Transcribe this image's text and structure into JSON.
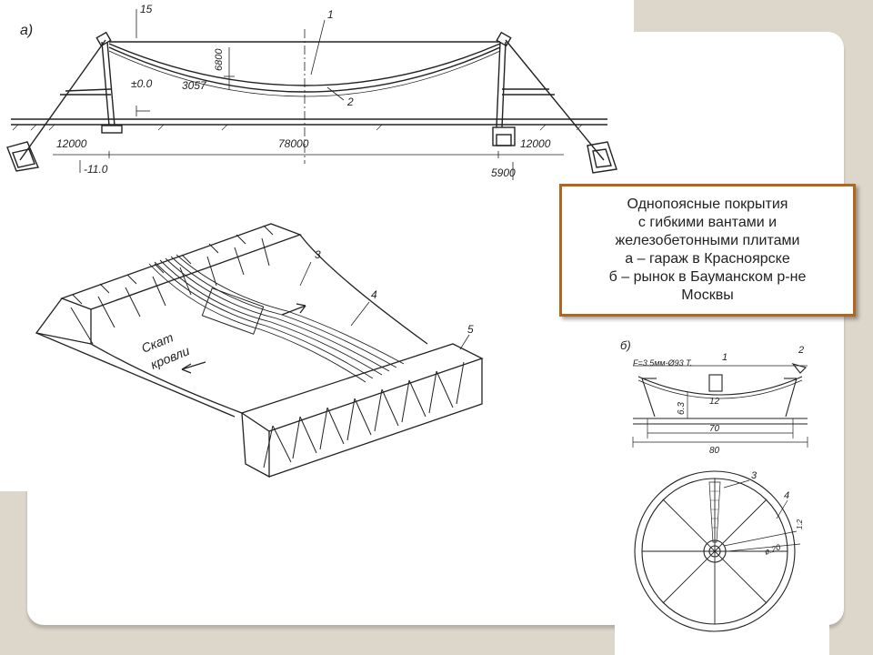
{
  "caption": {
    "lines": [
      "Однопоясные покрытия",
      "с гибкими вантами и",
      "железобетонными плитами",
      "а – гараж в Красноярске",
      "б – рынок в Бауманском р-не",
      "Москвы"
    ]
  },
  "drawing_a": {
    "label": "а)",
    "callouts": [
      "15",
      "1",
      "2"
    ],
    "dimensions": {
      "sag": "6800",
      "offset": "3057",
      "level_zero": "±0.0",
      "left_span": "12000",
      "main_span": "78000",
      "right_span": "12000",
      "depth": "-11.0",
      "foundation": "5900"
    }
  },
  "drawing_iso": {
    "callouts": [
      "3",
      "4",
      "5"
    ],
    "roof_slope_label": [
      "Скат",
      "кровли"
    ]
  },
  "drawing_b": {
    "label": "б)",
    "callouts": [
      "1",
      "2",
      "3",
      "4"
    ],
    "dimensions": {
      "cable": "F=3.5мм-Ø93 Т.",
      "height": "6.3",
      "post": "12",
      "inner_span": "70",
      "outer_span": "80",
      "angle_small": "1:2",
      "angle_label": "ø.20"
    }
  }
}
